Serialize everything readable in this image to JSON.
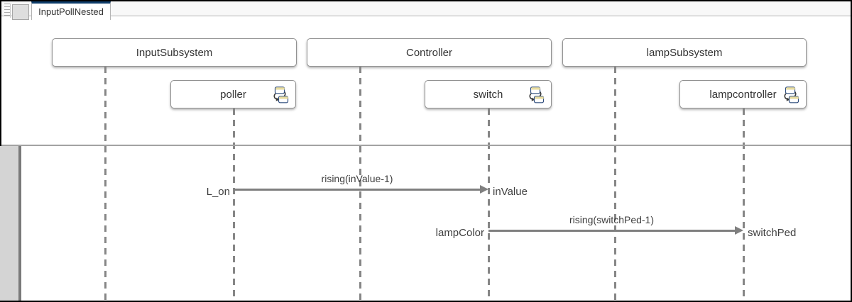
{
  "window": {
    "active_tab": "InputPollNested"
  },
  "colors": {
    "tab_accent": "#0e3d6b",
    "box_border": "#919191",
    "lifeline": "#868686",
    "arrow": "#7f7f7f",
    "text": "#3f3f3f",
    "gutter": "#d4d4d4",
    "gutter_edge": "#7a7a7a"
  },
  "diagram": {
    "actors": [
      {
        "label": "InputSubsystem",
        "kind": "subsystem",
        "icon": null
      },
      {
        "label": "Controller",
        "kind": "subsystem",
        "icon": null
      },
      {
        "label": "lampSubsystem",
        "kind": "subsystem",
        "icon": null
      },
      {
        "label": "poller",
        "kind": "model-instance",
        "icon": "model-instance-icon",
        "parent": "InputSubsystem"
      },
      {
        "label": "switch",
        "kind": "model-instance",
        "icon": "model-instance-icon",
        "parent": "Controller"
      },
      {
        "label": "lampcontroller",
        "kind": "model-instance",
        "icon": "model-instance-icon",
        "parent": "lampSubsystem"
      }
    ],
    "messages": [
      {
        "event": "rising(inValue-1)",
        "source": "poller",
        "source_port": "L_on",
        "target": "switch",
        "target_port": "inValue"
      },
      {
        "event": "rising(switchPed-1)",
        "source": "switch",
        "source_port": "lampColor",
        "target": "lampcontroller",
        "target_port": "switchPed"
      }
    ]
  }
}
